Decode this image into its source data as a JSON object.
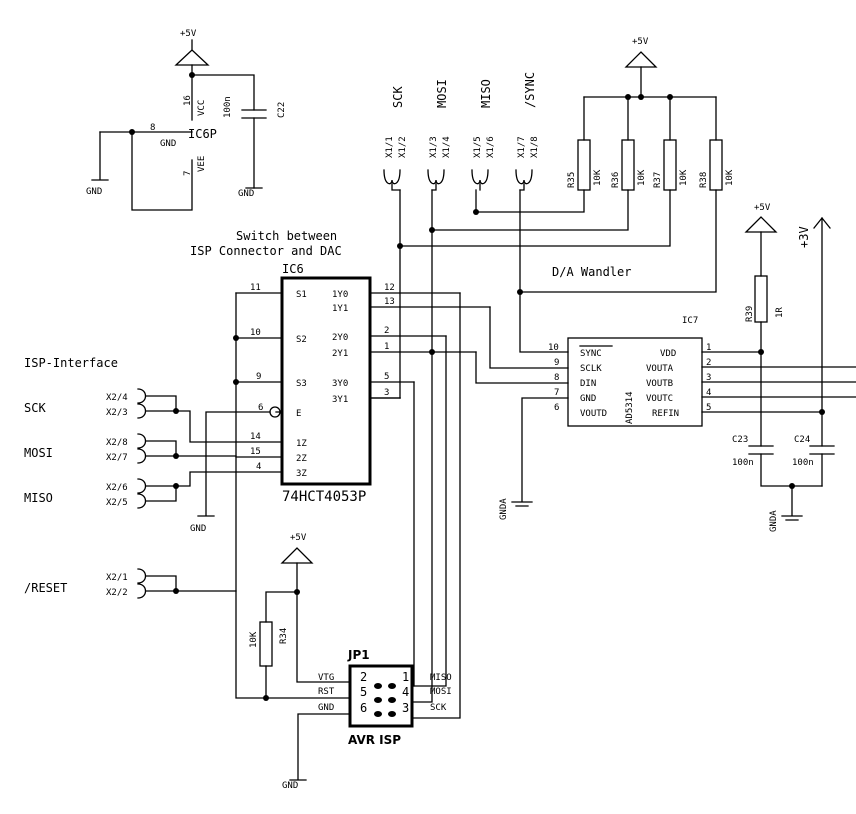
{
  "power": {
    "vcc5": "+5V",
    "v3": "+3V",
    "gnd": "GND",
    "gnda": "GNDA"
  },
  "ic6p": {
    "name": "IC6P",
    "pin16": "16",
    "pin16_name": "VCC",
    "pin8": "8",
    "pin8_name": "GND",
    "pin7": "7",
    "pin7_name": "VEE"
  },
  "c22": {
    "name": "C22",
    "value": "100n"
  },
  "connector_x1": {
    "signals": [
      "SCK",
      "MOSI",
      "MISO",
      "/SYNC"
    ],
    "pins": [
      "X1/1",
      "X1/2",
      "X1/3",
      "X1/4",
      "X1/5",
      "X1/6",
      "X1/7",
      "X1/8"
    ]
  },
  "resistors_top": [
    {
      "name": "R35",
      "value": "10K"
    },
    {
      "name": "R36",
      "value": "10K"
    },
    {
      "name": "R37",
      "value": "10K"
    },
    {
      "name": "R38",
      "value": "10K"
    }
  ],
  "notes": {
    "switch_line1": "Switch between",
    "switch_line2": "ISP Connector and DAC",
    "dac": "D/A Wandler",
    "isp_interface": "ISP-Interface"
  },
  "ic6": {
    "name": "IC6",
    "part": "74HCT4053P",
    "left_pins": [
      {
        "num": "11",
        "name": "S1"
      },
      {
        "num": "10",
        "name": "S2"
      },
      {
        "num": "9",
        "name": "S3"
      },
      {
        "num": "6",
        "name": "E"
      },
      {
        "num": "14",
        "name": "1Z"
      },
      {
        "num": "15",
        "name": "2Z"
      },
      {
        "num": "4",
        "name": "3Z"
      }
    ],
    "right_pins": [
      {
        "num": "12",
        "name": "1Y0"
      },
      {
        "num": "13",
        "name": "1Y1"
      },
      {
        "num": "2",
        "name": "2Y0"
      },
      {
        "num": "1",
        "name": "2Y1"
      },
      {
        "num": "5",
        "name": "3Y0"
      },
      {
        "num": "3",
        "name": "3Y1"
      }
    ]
  },
  "ic7": {
    "name": "IC7",
    "part": "AD5314",
    "left_pins": [
      {
        "num": "10",
        "name": "SYNC"
      },
      {
        "num": "9",
        "name": "SCLK"
      },
      {
        "num": "8",
        "name": "DIN"
      },
      {
        "num": "7",
        "name": "GND"
      },
      {
        "num": "6",
        "name": "VOUTD"
      }
    ],
    "right_pins": [
      {
        "num": "1",
        "name": "VDD"
      },
      {
        "num": "2",
        "name": "VOUTA"
      },
      {
        "num": "3",
        "name": "VOUTB"
      },
      {
        "num": "4",
        "name": "VOUTC"
      },
      {
        "num": "5",
        "name": "REFIN"
      }
    ]
  },
  "isp_signals": [
    "SCK",
    "MOSI",
    "MISO",
    "/RESET"
  ],
  "connector_x2": [
    "X2/4",
    "X2/3",
    "X2/8",
    "X2/7",
    "X2/6",
    "X2/5",
    "X2/1",
    "X2/2"
  ],
  "r39": {
    "name": "R39",
    "value": "1R"
  },
  "c23": {
    "name": "C23",
    "value": "100n"
  },
  "c24": {
    "name": "C24",
    "value": "100n"
  },
  "r34": {
    "name": "R34",
    "value": "10K"
  },
  "jp1": {
    "name": "JP1",
    "label": "AVR ISP",
    "left_labels": [
      "VTG",
      "RST",
      "GND"
    ],
    "right_labels": [
      "MISO",
      "MOSI",
      "SCK"
    ],
    "left_pins": [
      "2",
      "5",
      "6"
    ],
    "right_pins": [
      "1",
      "4",
      "3"
    ]
  }
}
